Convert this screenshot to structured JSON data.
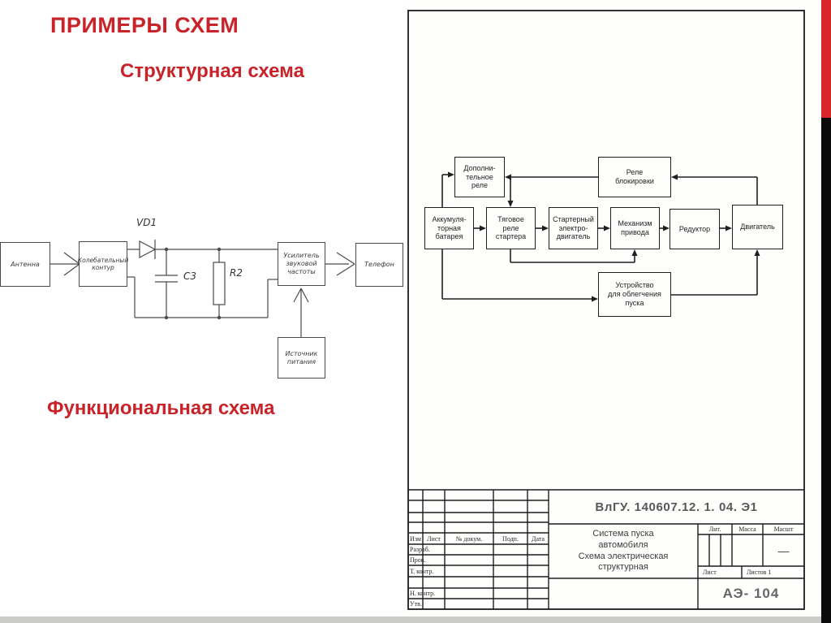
{
  "slide": {
    "title": "ПРИМЕРЫ СХЕМ",
    "structural_heading": "Структурная схема",
    "functional_heading": "Функциональная схема"
  },
  "colors": {
    "accent_red": "#c9232a",
    "stripe_red": "#d8262c",
    "stripe_black": "#0b0b0b",
    "scan_line": "#1f1f1f"
  },
  "functional_diagram": {
    "antenna": "Антенна",
    "oscillating_circuit": "Колебательный\nконтур",
    "diode_label": "VD1",
    "capacitor_label": "С3",
    "resistor_label": "R2",
    "amplifier": "Усилитель\nзвуковой\nчастоты",
    "phone": "Телефон",
    "power_source": "Источник\nпитания"
  },
  "structural_diagram": {
    "aux_relay": "Дополни-\nтельное\nреле",
    "lock_relay": "Реле\nблокировки",
    "battery": "Аккумуля-\nторная\nбатарея",
    "traction_relay": "Тяговое\nреле\nстартера",
    "starter_motor": "Стартерный\nэлектро-\nдвигатель",
    "drive_mechanism": "Механизм\nпривода",
    "reducer": "Редуктор",
    "engine": "Двигатель",
    "start_aid": "Устройство\nдля облегчения\nпуска"
  },
  "title_block": {
    "doc_number": "ВлГУ. 140607.12. 1. 04. Э1",
    "doc_name": "Система пуска\nавтомобиля\nСхема электрическая\nструктурная",
    "code": "АЭ- 104",
    "col_izm": "Изм",
    "col_list": "Лист",
    "col_doc": "№ докум.",
    "col_podp": "Подп.",
    "col_data": "Дата",
    "row_razrab": "Разраб.",
    "row_prov": "Пров.",
    "row_tkontr": "Т. контр.",
    "row_nkontr": "Н. контр.",
    "row_utv": "Утв.",
    "lit": "Лит.",
    "massa": "Масса",
    "masshtab": "Масшт",
    "masshtab_value": "—",
    "list": "Лист",
    "listov": "Листов 1"
  }
}
